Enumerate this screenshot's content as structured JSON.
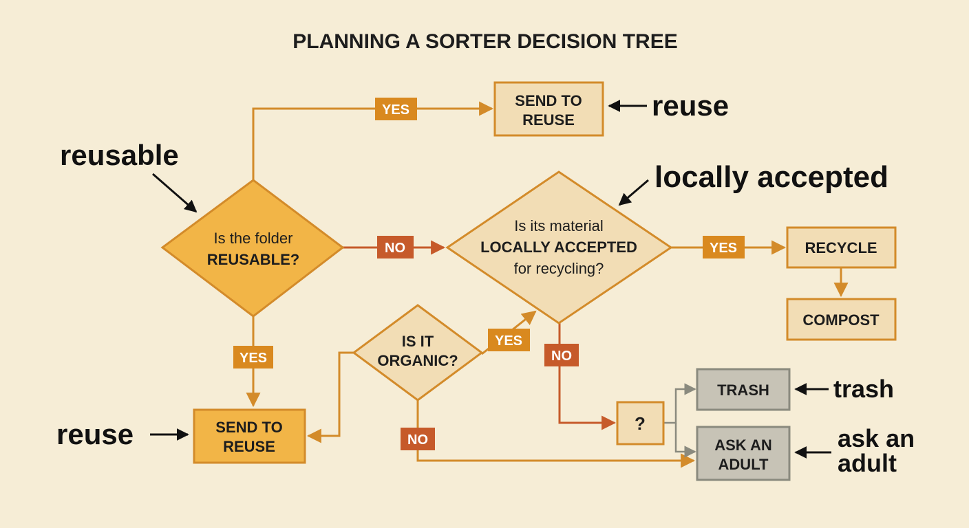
{
  "title": "PLANNING A SORTER DECISION TREE",
  "colors": {
    "background": "#f6edd6",
    "flow_line": "#d38b2a",
    "no_line": "#c65a2a",
    "gray_line": "#8a8a7e",
    "yes_tag": "#d9891f",
    "no_tag": "#c65a2a",
    "box_orange": "#f2b547",
    "box_beige": "#f2ddb5",
    "box_gray": "#c7c3b6"
  },
  "nodes": {
    "reusable_question": {
      "line1": "Is the folder",
      "line2": "REUSABLE?"
    },
    "send_reuse_top": {
      "line1": "SEND TO",
      "line2": "REUSE"
    },
    "send_reuse_bottom": {
      "line1": "SEND TO",
      "line2": "REUSE"
    },
    "material_question": {
      "line1": "Is its material",
      "line2": "LOCALLY ACCEPTED",
      "line3": "for recycling?"
    },
    "recycle": {
      "label": "RECYCLE"
    },
    "compost": {
      "label": "COMPOST"
    },
    "organic_question": {
      "line1": "IS IT",
      "line2": "ORGANIC?"
    },
    "unknown": {
      "label": "?"
    },
    "trash": {
      "label": "TRASH"
    },
    "ask_adult": {
      "line1": "ASK AN",
      "line2": "ADULT"
    }
  },
  "tags": {
    "yes_top": "YES",
    "no_mid": "NO",
    "yes_right": "YES",
    "yes_down": "YES",
    "yes_organic": "YES",
    "no_material": "NO",
    "no_organic": "NO"
  },
  "callouts": {
    "reusable": "reusable",
    "reuse_top": "reuse",
    "locally_accepted": "locally accepted",
    "reuse_bottom": "reuse",
    "trash": "trash",
    "ask_adult_line1": "ask an",
    "ask_adult_line2": "adult"
  },
  "icons": {
    "arrow": "arrow-icon"
  }
}
